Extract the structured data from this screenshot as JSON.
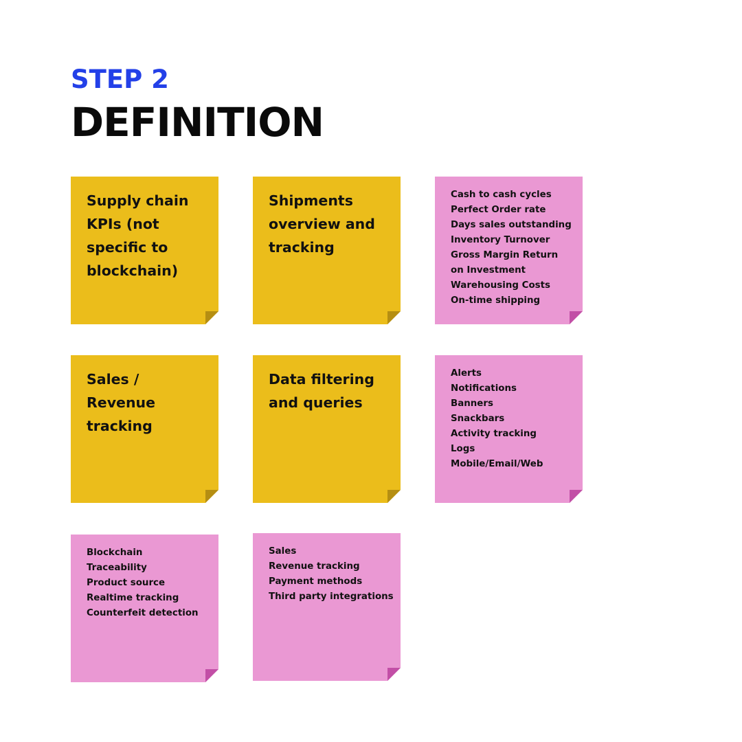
{
  "header": {
    "step": "STEP 2",
    "title": "DEFINITION"
  },
  "colors": {
    "step_blue": "#2340e8",
    "yellow_note": "#ebbd1b",
    "yellow_fold": "#b58e12",
    "pink_note": "#ea98d3",
    "pink_fold": "#c24fa6"
  },
  "notes": {
    "supply_chain": {
      "heading": "Supply chain KPIs (not specific to blockchain)"
    },
    "shipments": {
      "heading": "Shipments overview and tracking"
    },
    "kpi_list": {
      "items": [
        "Cash to cash cycles",
        "Perfect Order rate",
        "Days sales outstanding",
        "Inventory Turnover",
        "Gross Margin Return",
        "on Investment",
        "Warehousing Costs",
        "On-time shipping"
      ]
    },
    "sales_revenue": {
      "heading": "Sales / Revenue tracking"
    },
    "data_filtering": {
      "heading": "Data filtering and queries"
    },
    "alerts_list": {
      "items": [
        "Alerts",
        "Notifications",
        "Banners",
        "Snackbars",
        "Activity tracking",
        "Logs",
        "Mobile/Email/Web"
      ]
    },
    "blockchain_list": {
      "items": [
        "Blockchain",
        "Traceability",
        "Product source",
        "Realtime tracking",
        "Counterfeit detection"
      ]
    },
    "sales_list": {
      "items": [
        "Sales",
        "Revenue tracking",
        "Payment methods",
        "Third party integrations"
      ]
    }
  }
}
